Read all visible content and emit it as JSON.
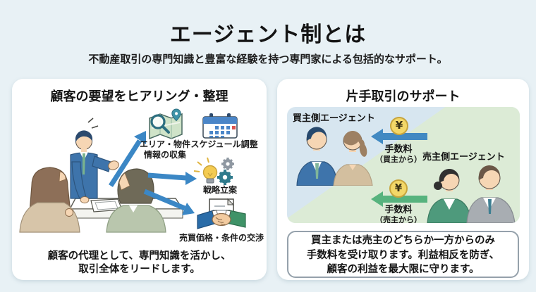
{
  "page": {
    "title": "エージェント制とは",
    "subtitle": "不動産取引の専門知識と豊富な経験を持つ専門家による包括的なサポート。"
  },
  "left_panel": {
    "heading": "顧客の要望をヒアリング・整理",
    "labels": {
      "area_line1": "エリア・物件",
      "area_line2": "情報の収集",
      "schedule": "スケジュール調整",
      "strategy": "戦略立案",
      "negotiation": "売買価格・条件の交渉"
    },
    "footer_line1": "顧客の代理として、専門知識を活かし、",
    "footer_line2": "取引全体をリードします。"
  },
  "right_panel": {
    "heading": "片手取引のサポート",
    "buyer_agent_label": "買主側エージェント",
    "seller_agent_label": "売主側エージェント",
    "buyer_fee": {
      "coin": "¥",
      "line1": "手数料",
      "line2": "（買主から）"
    },
    "seller_fee": {
      "coin": "¥",
      "line1": "手数料",
      "line2": "（売主から）"
    },
    "note": {
      "line1": "買主または売主のどちらか一方からのみ",
      "line2": "手数料を受け取ります。利益相反を防ぎ、",
      "line3": "顧客の利益を最大限に守ります。"
    }
  },
  "colors": {
    "background": "#e8f1f5",
    "card": "#ffffff",
    "text": "#1a1a1a",
    "arrow_blue": "#3b87c5",
    "arrow_green": "#57b37e",
    "buyer_zone_blue": "#d7e6f0",
    "seller_zone_green": "#dcebd6",
    "coin_fill": "#f3d768",
    "coin_border": "#c7a43c",
    "note_border": "#95a1ab"
  }
}
